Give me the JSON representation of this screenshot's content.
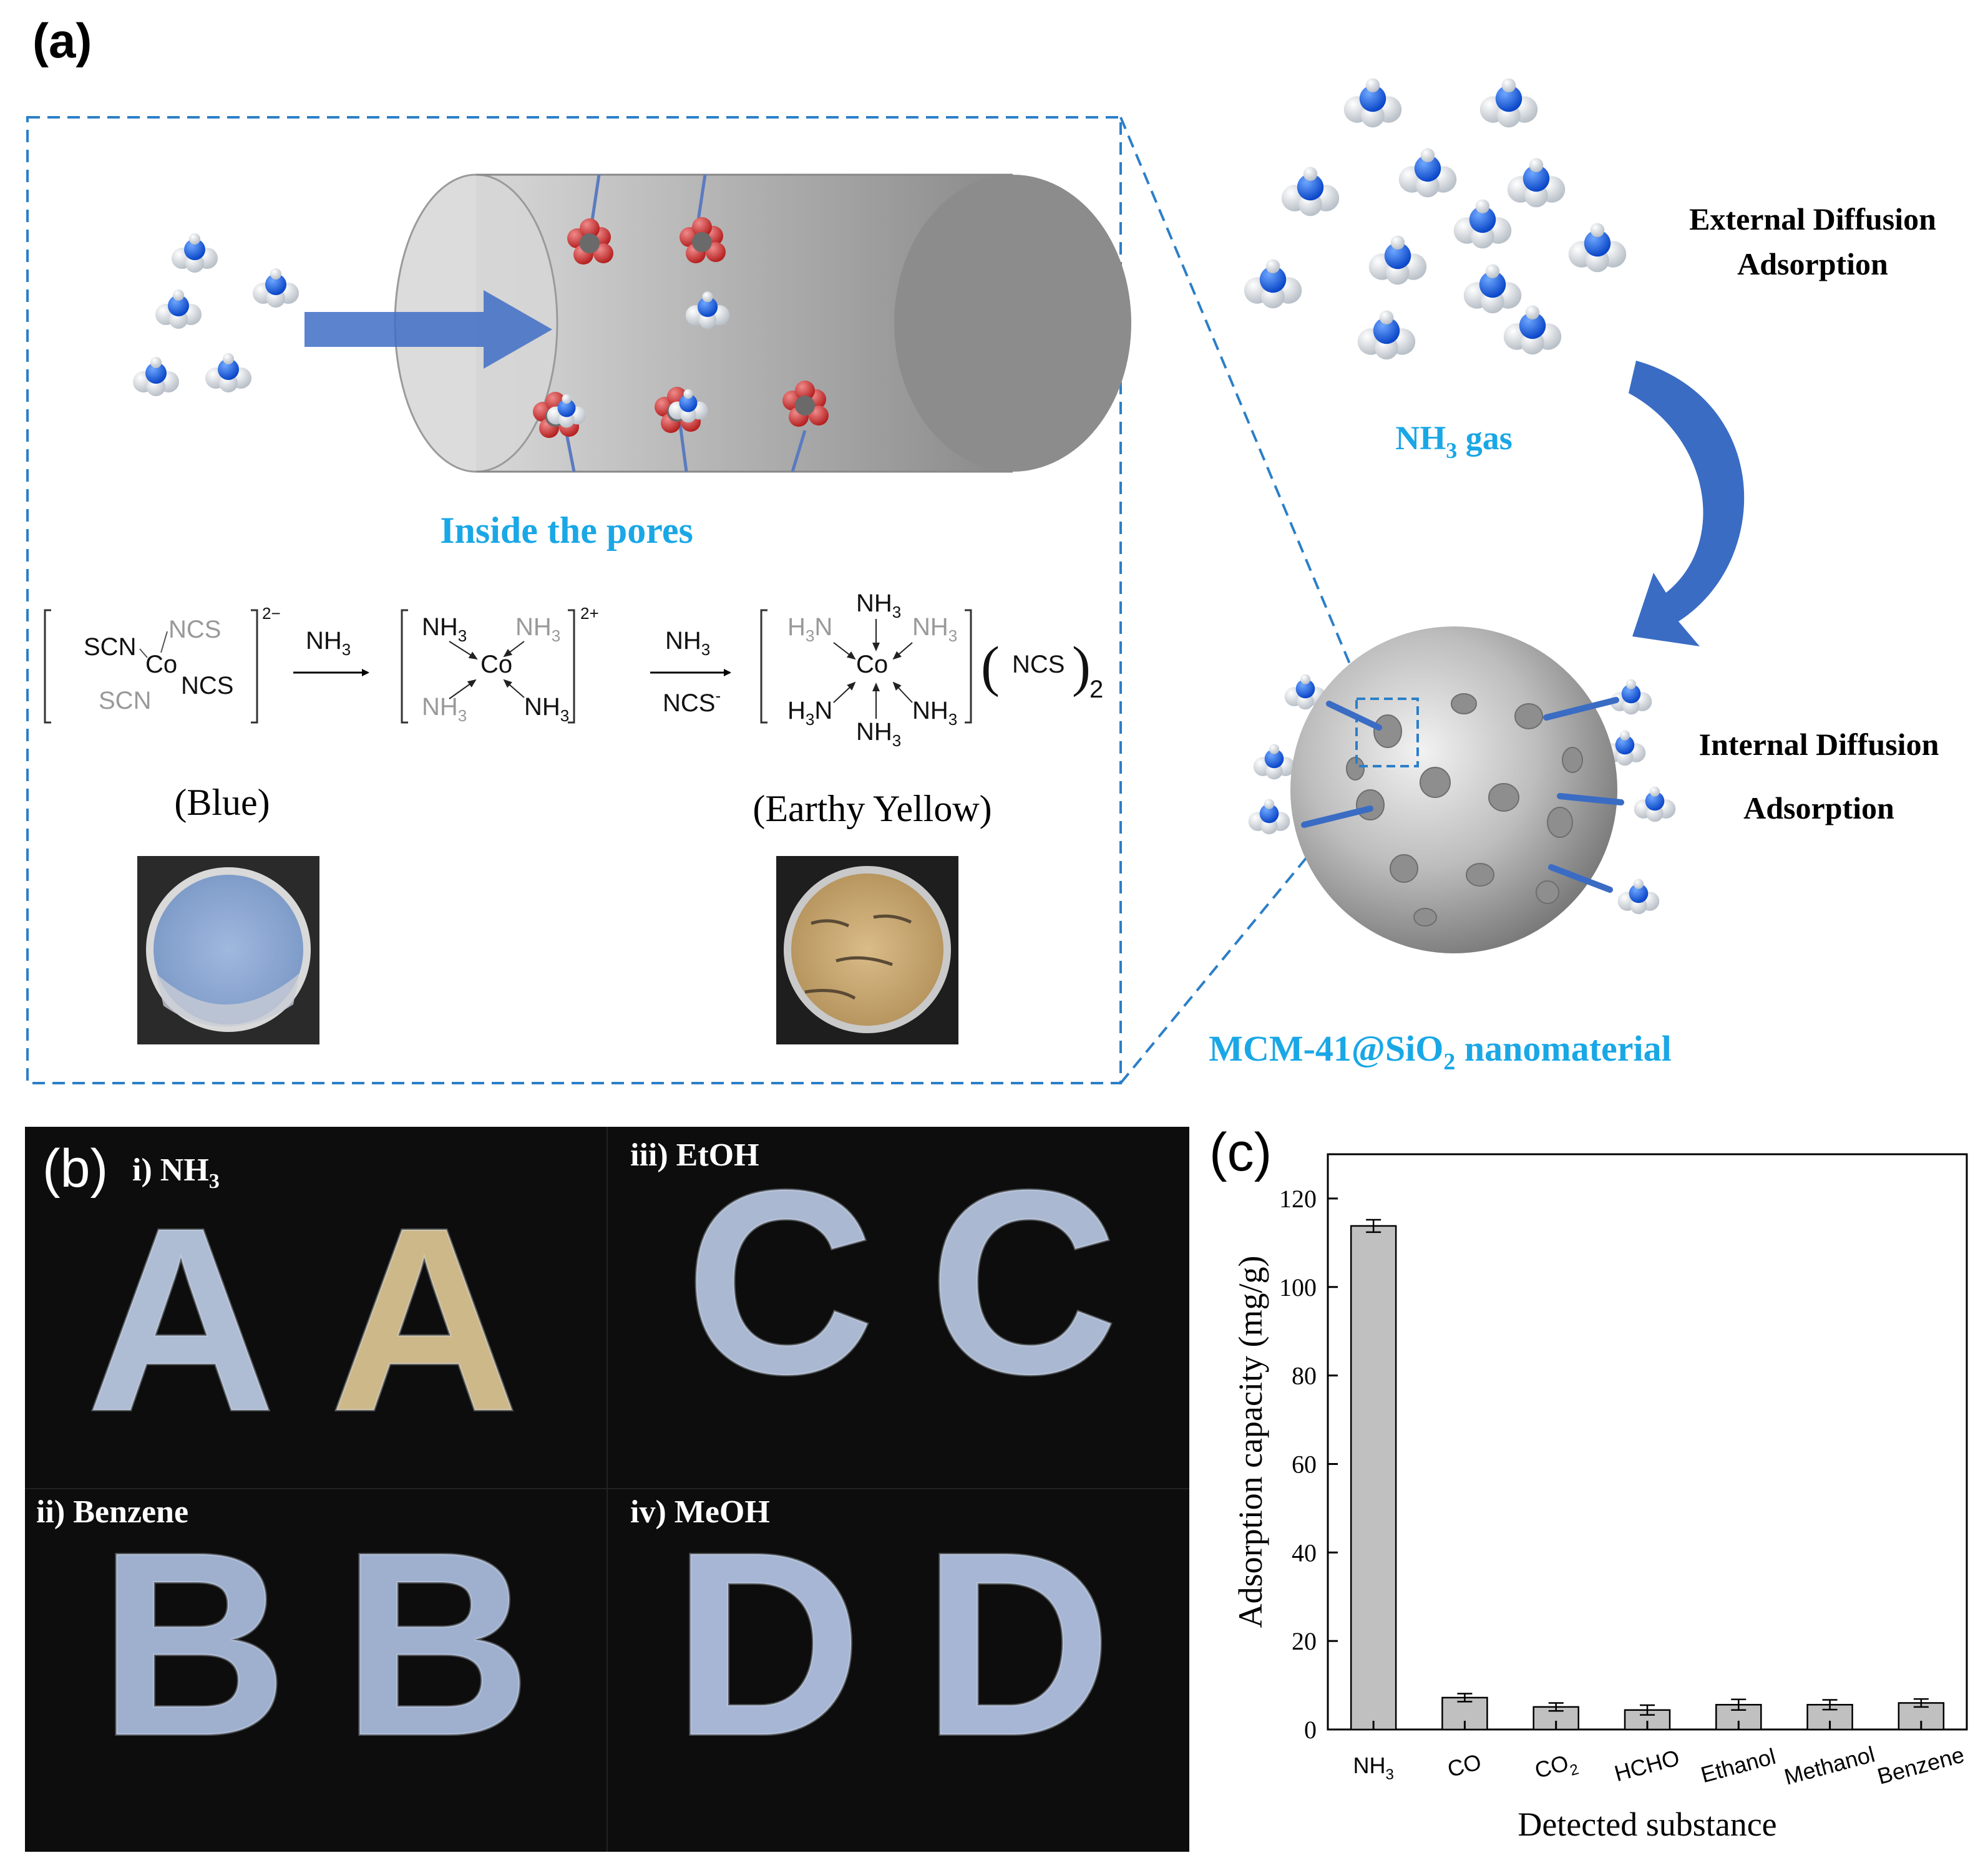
{
  "panel_a": {
    "label": "(a)",
    "inside_pores": "Inside the pores",
    "nh3_gas": {
      "main": "NH",
      "sub": "3",
      "tail": " gas"
    },
    "external_line1": "External Diffusion",
    "external_line2": "Adsorption",
    "internal_line1": "Internal Diffusion",
    "internal_line2": "Adsorption",
    "material": {
      "main": "MCM-41@SiO",
      "sub": "2",
      "tail": " nanomaterial"
    },
    "blue_label": "(Blue)",
    "yellow_label": "(Earthy Yellow)",
    "reaction": {
      "c1_ligands": [
        "SCN",
        "NCS",
        "SCN",
        "NCS"
      ],
      "center": "Co",
      "c1_charge": "2−",
      "arrow1_top": "NH",
      "arrow1_top_sub": "3",
      "c2_ligands": [
        "NH",
        "NH",
        "NH",
        "NH"
      ],
      "c2_charge": "2+",
      "arrow2_top": "NH",
      "arrow2_top_sub": "3",
      "arrow2_bottom": "NCS",
      "arrow2_bottom_sup": "-",
      "c3_ligands": [
        "NH",
        "H",
        "N",
        "NH",
        "H",
        "N",
        "NH"
      ],
      "counter_ion": "NCS",
      "counter_sub": "2"
    },
    "colors": {
      "accent": "#1aa7e6",
      "molecule_n": "#1560d8",
      "dash": "#2b7fc8"
    }
  },
  "panel_b": {
    "label": "(b)",
    "cells": [
      {
        "caption": "i) NH",
        "caption_sub": "3",
        "letter": "A",
        "color_before": "#aebcd4",
        "color_after": "#cdb88a"
      },
      {
        "caption": "iii) EtOH",
        "letter": "C",
        "color_before": "#aab8d2",
        "color_after": "#aab8d2"
      },
      {
        "caption": "ii) Benzene",
        "letter": "B",
        "color_before": "#9fb0cf",
        "color_after": "#9fb0cf"
      },
      {
        "caption": "iv) MeOH",
        "letter": "D",
        "color_before": "#a6b6d4",
        "color_after": "#a6b6d4"
      }
    ]
  },
  "panel_c": {
    "label": "(c)"
  },
  "chart_data": {
    "type": "bar",
    "categories": [
      "NH3",
      "CO",
      "CO2",
      "HCHO",
      "Ethanol",
      "Methanol",
      "Benzene"
    ],
    "category_labels": [
      {
        "main": "NH",
        "sub": "3"
      },
      {
        "main": "CO",
        "sub": ""
      },
      {
        "main": "CO",
        "sub": "2"
      },
      {
        "main": "HCHO",
        "sub": ""
      },
      {
        "main": "Ethanol",
        "sub": ""
      },
      {
        "main": "Methanol",
        "sub": ""
      },
      {
        "main": "Benzene",
        "sub": ""
      }
    ],
    "values": [
      113.8,
      7.2,
      5.1,
      4.4,
      5.6,
      5.6,
      6.0
    ],
    "errors": [
      1.4,
      0.9,
      0.9,
      1.1,
      1.2,
      1.1,
      0.9
    ],
    "title": "",
    "xlabel": "Detected substance",
    "ylabel": "Adsorption capacity (mg/g)",
    "ylim": [
      0,
      130
    ],
    "yticks": [
      0,
      20,
      40,
      60,
      80,
      100,
      120
    ],
    "bar_color": "#c0c0c0",
    "grid": false
  }
}
